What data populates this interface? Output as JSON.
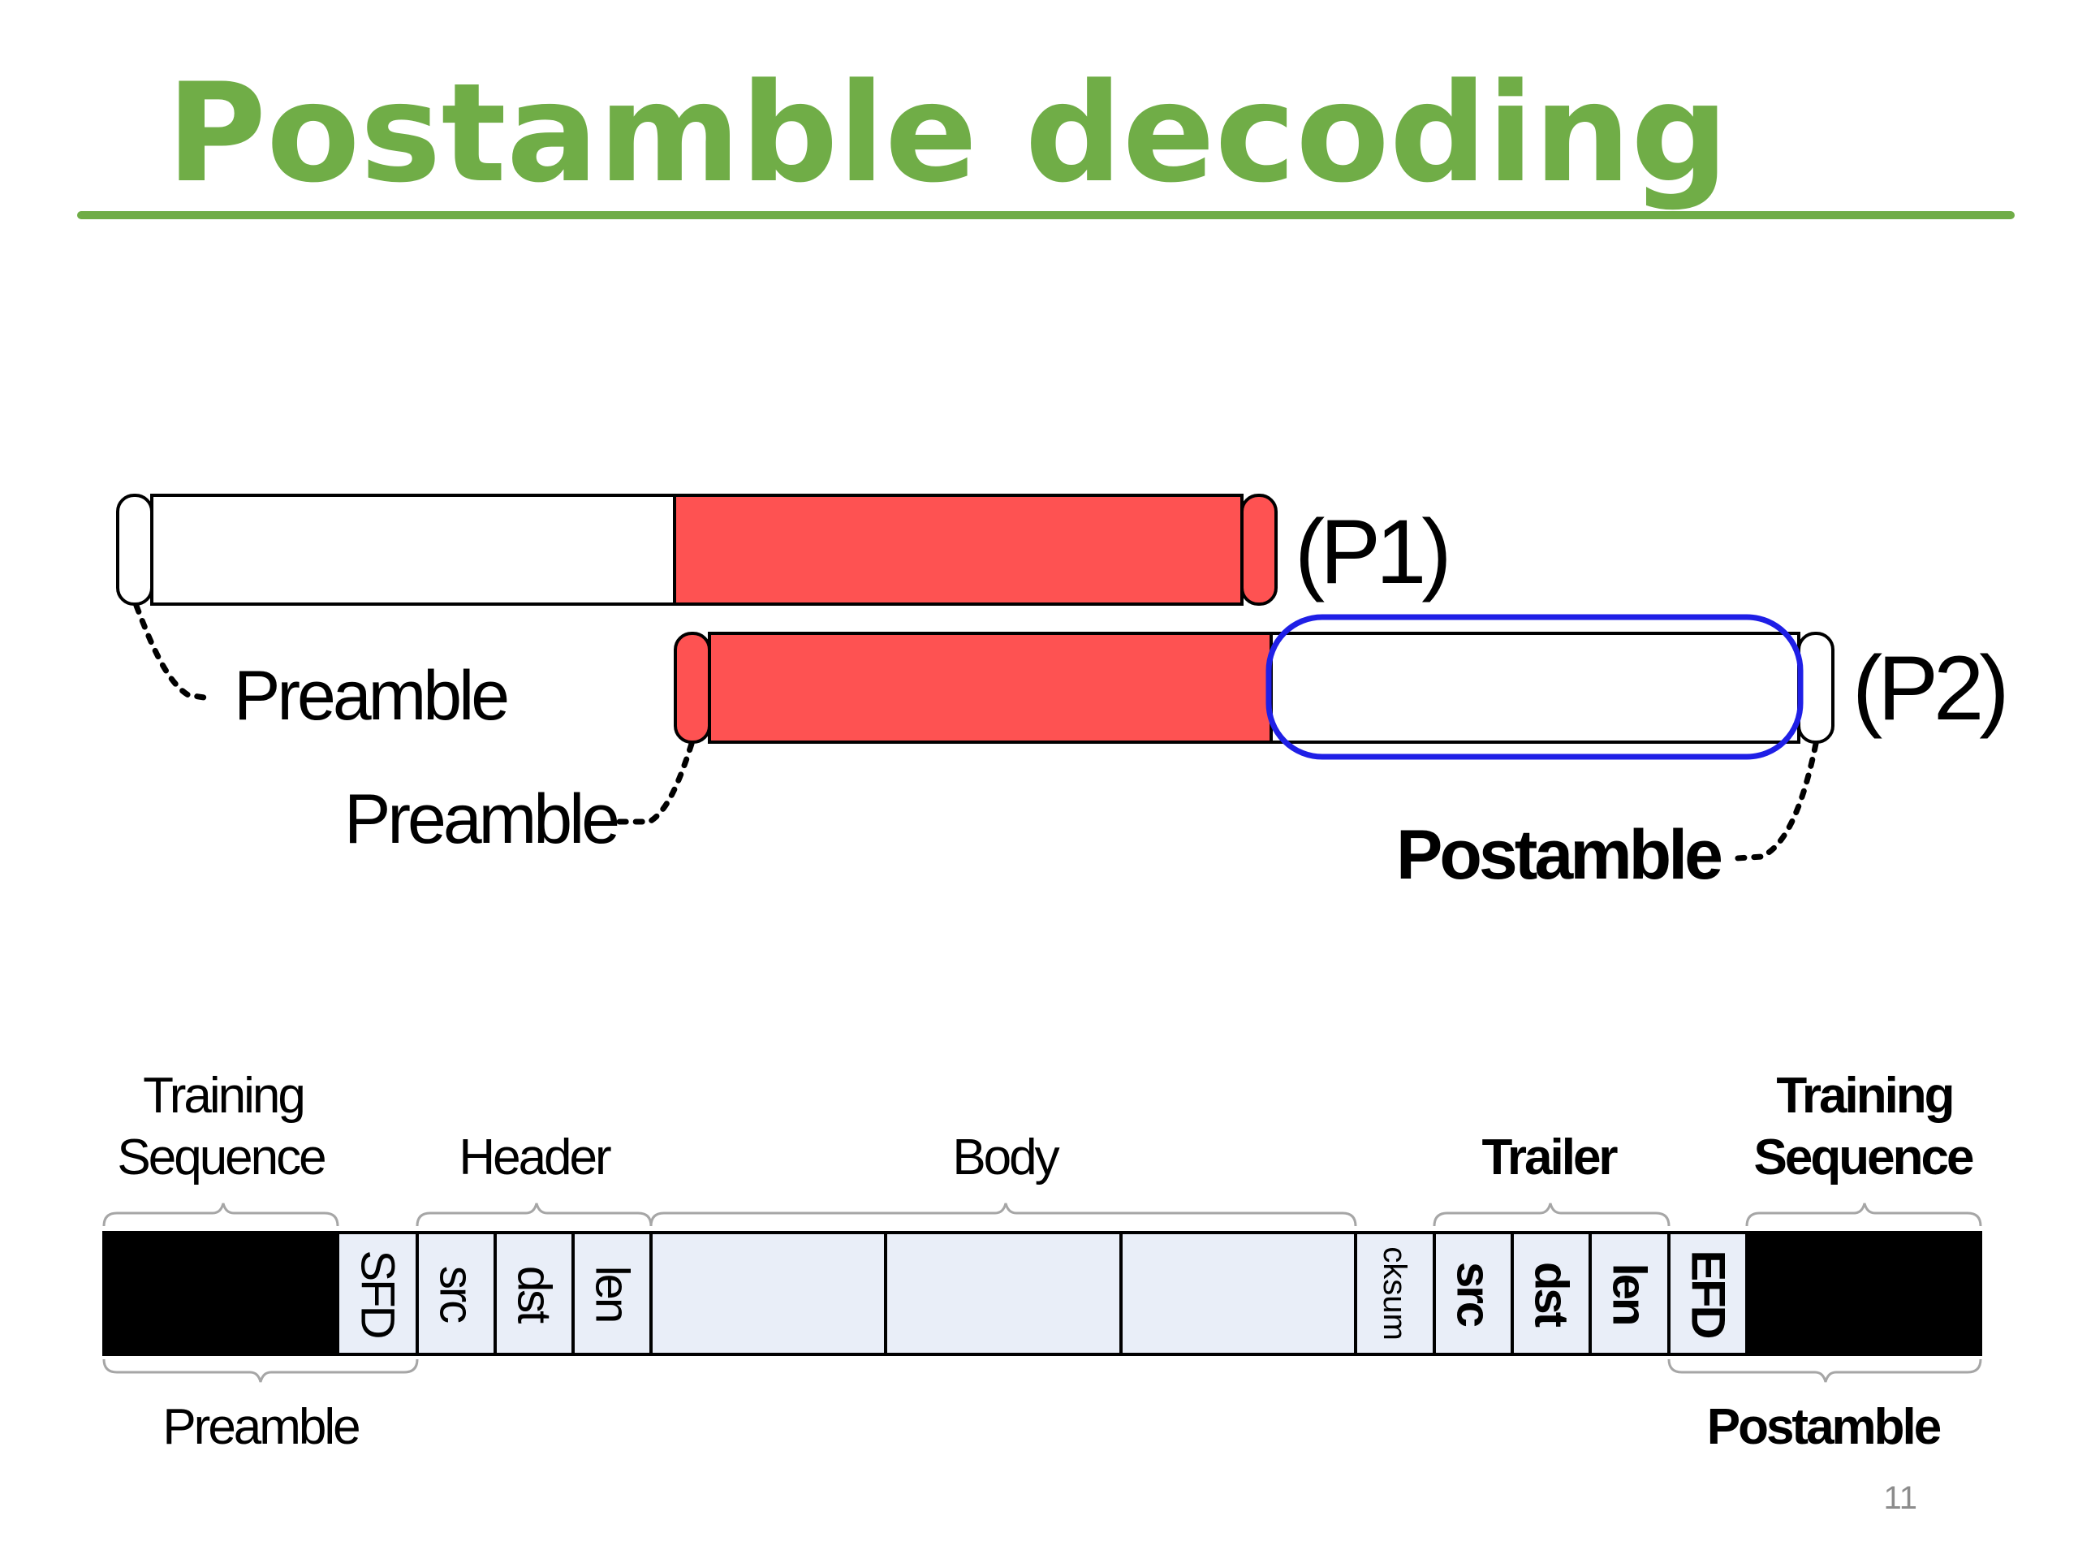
{
  "slide": {
    "title": "Postamble decoding",
    "page_number": "11"
  },
  "colors": {
    "title_green": "#70ad47",
    "collision_red": "#fe5252",
    "highlight_blue": "#1f1fe6",
    "field_fill": "#e9eef8",
    "training_black": "#000000"
  },
  "packets": {
    "p1_label": "(P1)",
    "p2_label": "(P2)",
    "p1_preamble_label": "Preamble",
    "p2_preamble_label": "Preamble",
    "p2_postamble_label": "Postamble"
  },
  "frame": {
    "top_labels": {
      "training_sequence_left": [
        "Training",
        "Sequence"
      ],
      "header": "Header",
      "body": "Body",
      "trailer": "Trailer",
      "training_sequence_right": [
        "Training",
        "Sequence"
      ]
    },
    "fields": {
      "sfd": "SFD",
      "src": "src",
      "dst": "dst",
      "len": "len",
      "cksum": "cksum",
      "trailer_src": "src",
      "trailer_dst": "dst",
      "trailer_len": "len",
      "efd": "EFD"
    },
    "bottom_labels": {
      "preamble": "Preamble",
      "postamble": "Postamble"
    }
  }
}
